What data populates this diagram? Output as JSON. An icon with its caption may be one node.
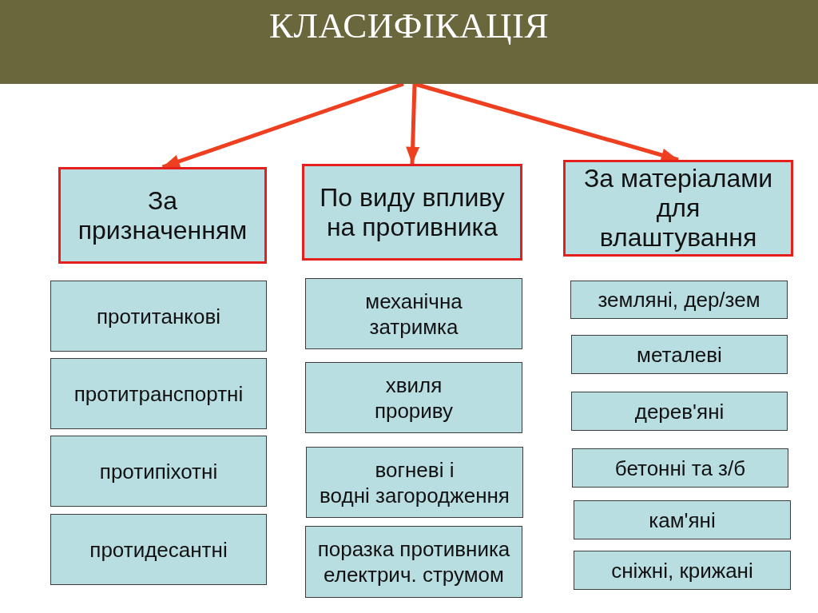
{
  "diagram": {
    "nodes": [
      {
        "text": [
          "КЛАСИФІКАЦІЯ"
        ]
      },
      {
        "text": [
          "За призначенням"
        ]
      },
      {
        "text": [
          "По виду впливу на противника"
        ]
      },
      {
        "text": [
          "За матеріалами для влаштування"
        ]
      },
      {
        "text": [
          "протитанкові"
        ]
      },
      {
        "text": [
          "протитранспортні"
        ]
      },
      {
        "text": [
          "протипіхотні"
        ]
      },
      {
        "text": [
          "протидесантні"
        ]
      },
      {
        "text": [
          "механічна затримка"
        ]
      },
      {
        "text": [
          "хвиля прориву"
        ]
      },
      {
        "text": [
          "вогневі і водні загородження"
        ]
      },
      {
        "text": [
          "поразка противника електрич. струмом"
        ]
      },
      {
        "text": [
          "земляні, дер/зем"
        ]
      },
      {
        "text": [
          "металеві"
        ]
      },
      {
        "text": [
          "дерев'яні"
        ]
      },
      {
        "text": [
          "бетонні та з/б"
        ]
      },
      {
        "text": [
          "кам'яні"
        ]
      },
      {
        "text": [
          "сніжні, крижані"
        ]
      }
    ],
    "edges": [
      {
        "from": 0,
        "to": 1,
        "arrow": "to"
      },
      {
        "from": 0,
        "to": 2,
        "arrow": "to"
      },
      {
        "from": 0,
        "to": 3,
        "arrow": "to"
      }
    ]
  }
}
